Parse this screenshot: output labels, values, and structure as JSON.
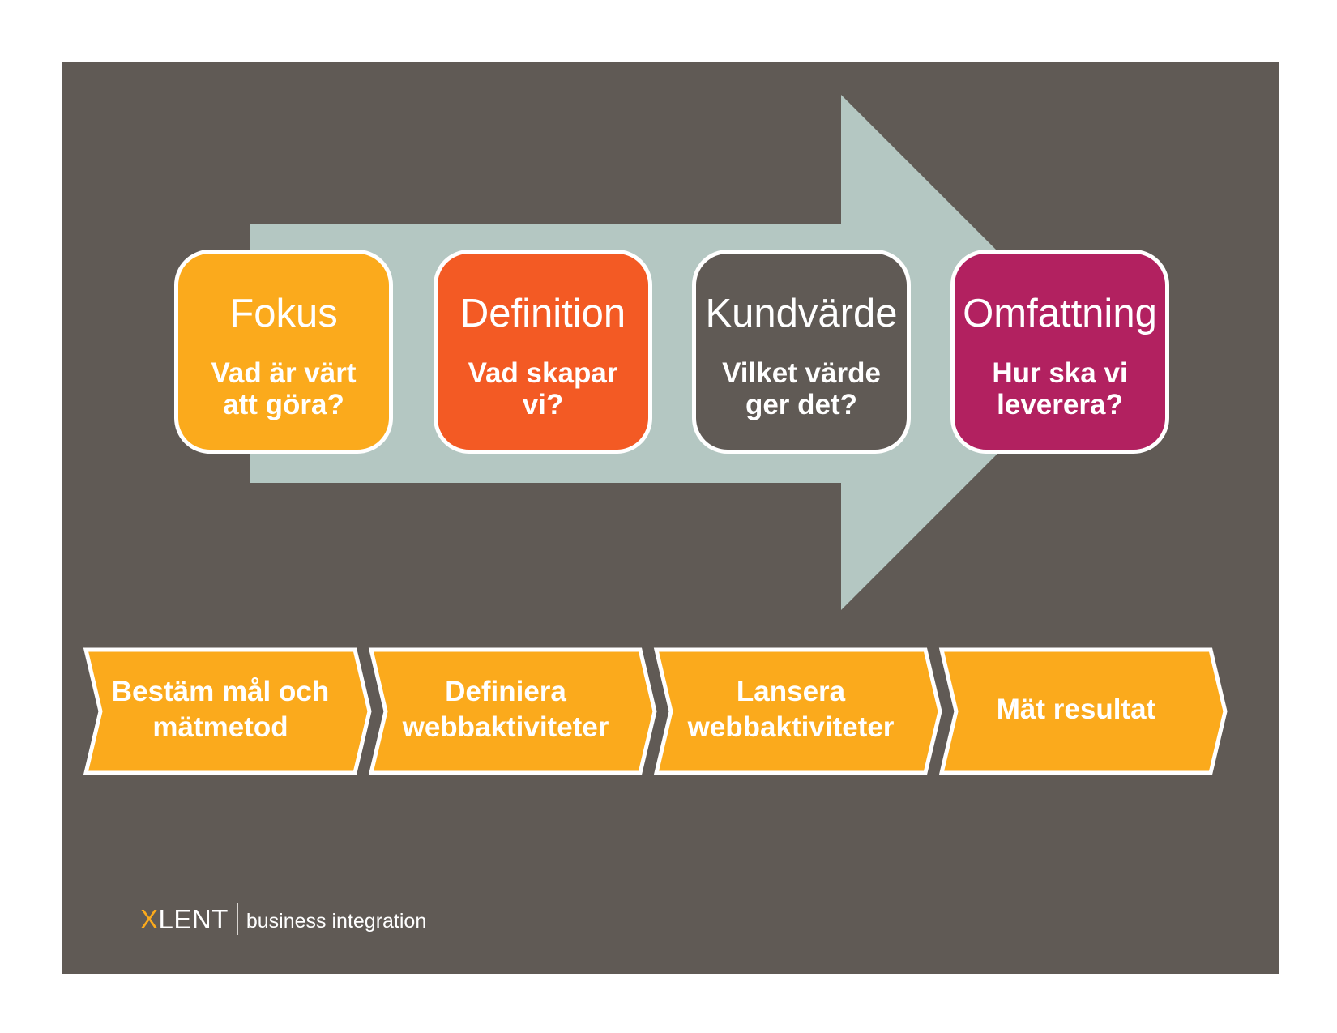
{
  "colors": {
    "background": "#605a55",
    "arrow": "#b4c7c2",
    "fokus": "#fbaa1c",
    "definition": "#f35a24",
    "kundvarde": "#605a55",
    "omfattning": "#b22160",
    "chevron": "#fbaa1c",
    "logo_accent": "#fbaa1c"
  },
  "stages": [
    {
      "title": "Fokus",
      "question": "Vad är värt\natt göra?"
    },
    {
      "title": "Definition",
      "question": "Vad skapar\nvi?"
    },
    {
      "title": "Kundvärde",
      "question": "Vilket värde\nger det?"
    },
    {
      "title": "Omfattning",
      "question": "Hur ska vi\nleverera?"
    }
  ],
  "steps": [
    {
      "label": "Bestäm mål och\nmätmetod"
    },
    {
      "label": "Definiera\nwebbaktiviteter"
    },
    {
      "label": "Lansera\nwebbaktiviteter"
    },
    {
      "label": "Mät resultat"
    }
  ],
  "logo": {
    "mark_first": "X",
    "mark_rest": "LENT",
    "tagline": "business integration"
  }
}
